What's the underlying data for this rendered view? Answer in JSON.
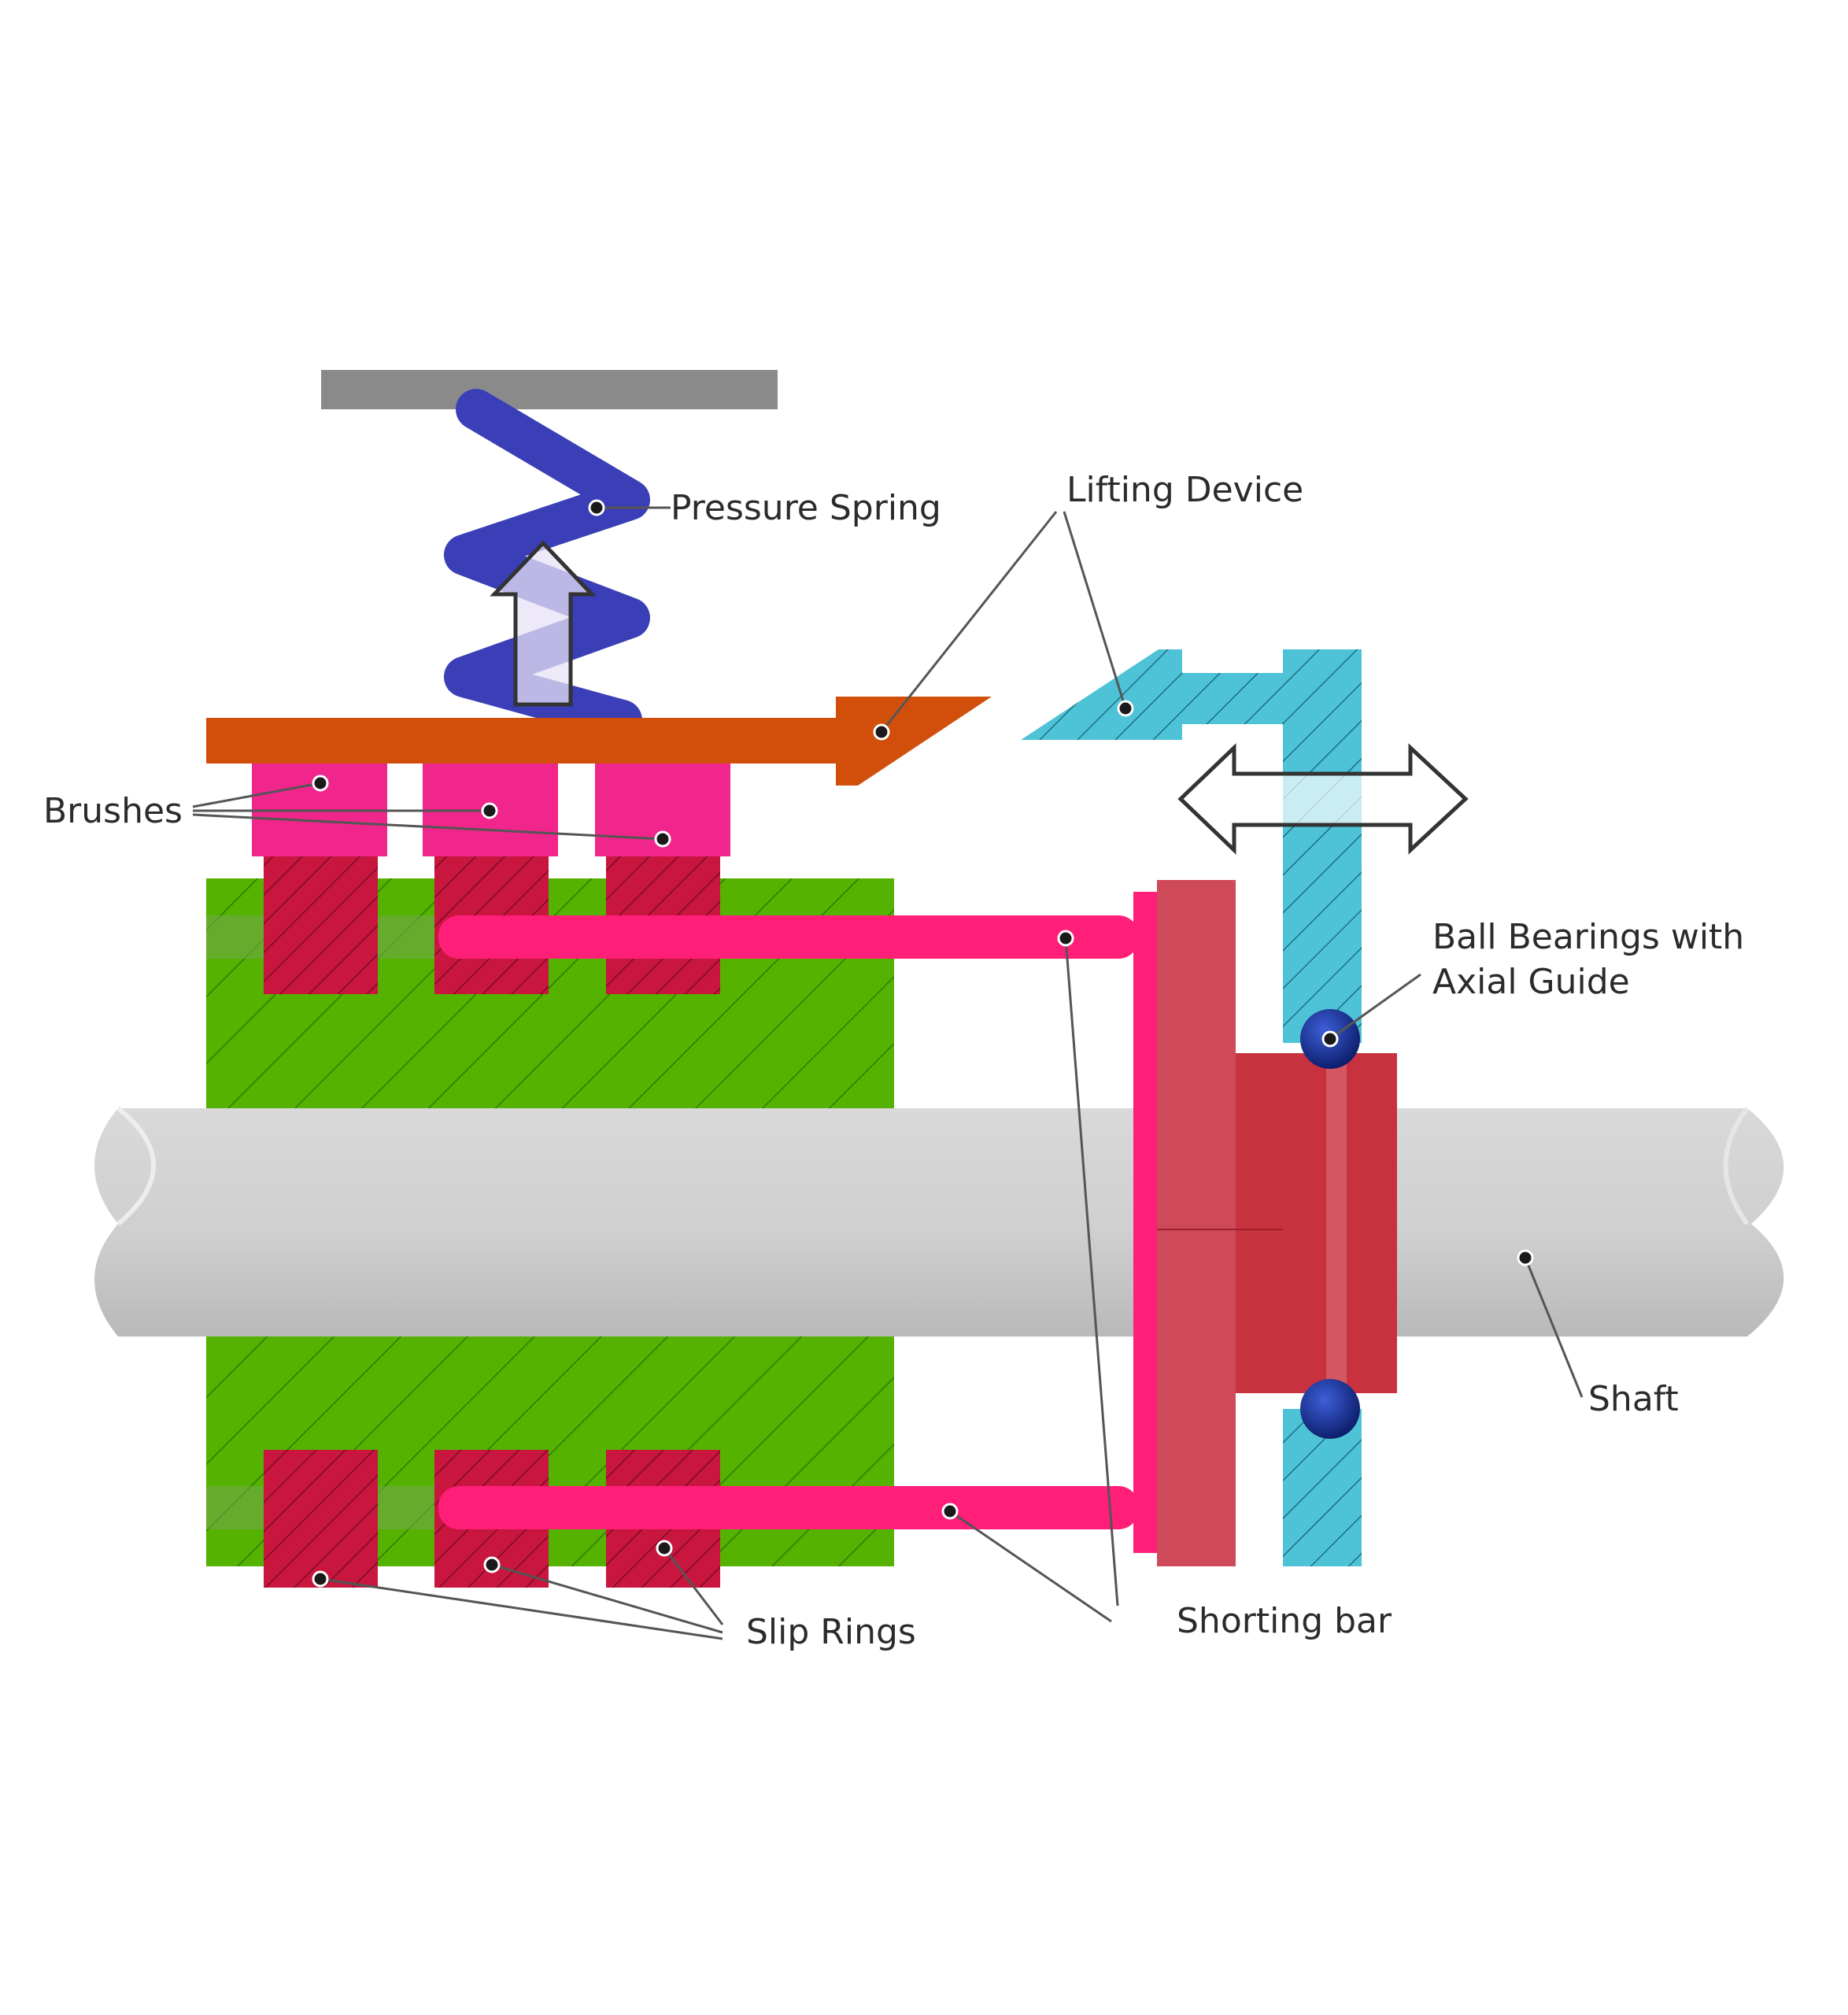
{
  "labels": {
    "pressure_spring": "Pressure Spring",
    "lifting_device": "Lifting Device",
    "brushes": "Brushes",
    "ball_bearings_line1": "Ball Bearings with",
    "ball_bearings_line2": "Axial Guide",
    "shaft": "Shaft",
    "slip_rings": "Slip Rings",
    "shorting_bar": "Shorting bar"
  },
  "colors": {
    "spring": "#3a3fb8",
    "lever": "#d24f0b",
    "brush": "#f0268c",
    "slip_ring": "#c8163f",
    "rotor_body": "#55b200",
    "shaft": "#cfcfcf",
    "shorting_bar": "#ff1f78",
    "collar": "#c8313e",
    "lifting_device": "#4ec3d7",
    "bearing_ball": "#10257a",
    "top_bar": "#8a8a8a"
  }
}
